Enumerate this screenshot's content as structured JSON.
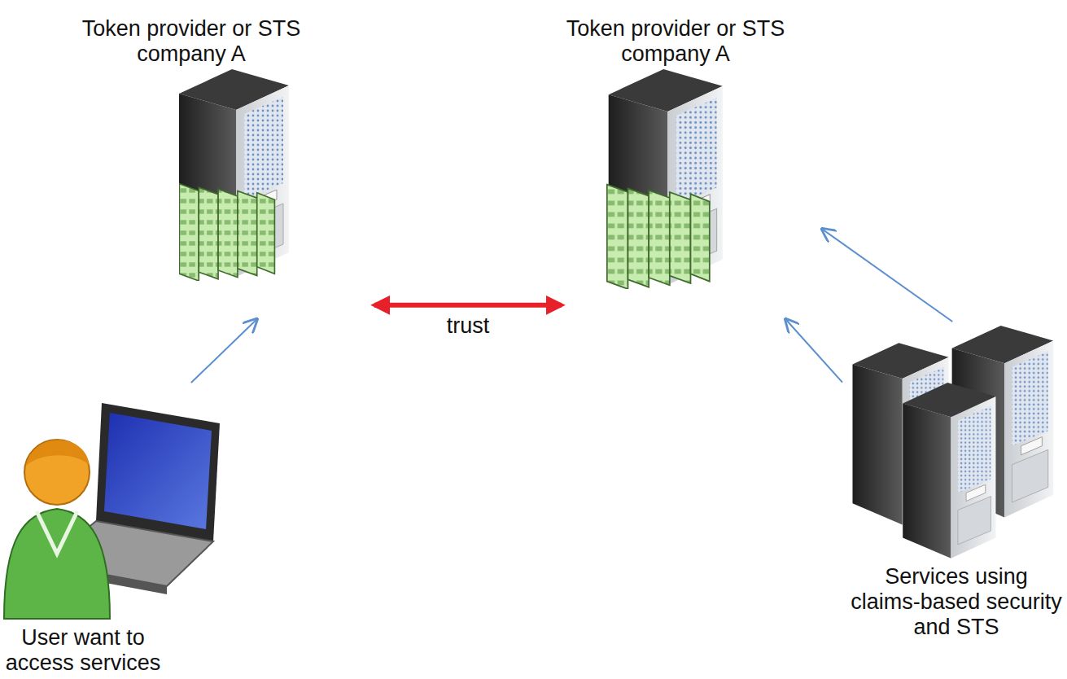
{
  "diagram": {
    "nodes": [
      {
        "text": [
          "Token provider or STS company A"
        ]
      },
      {
        "text": [
          "Token provider or STS company A"
        ]
      },
      {
        "text": [
          "User want to access services"
        ]
      },
      {
        "text": [
          "Services using claims-based security and STS"
        ]
      }
    ],
    "edges": [
      {
        "from": 0,
        "to": 1,
        "label": "trust",
        "arrow": "both"
      },
      {
        "from": 2,
        "to": 0,
        "arrow": "to"
      },
      {
        "from": 3,
        "to": 1,
        "arrow": "to"
      },
      {
        "from": 3,
        "to": 1,
        "arrow": "to"
      }
    ]
  }
}
